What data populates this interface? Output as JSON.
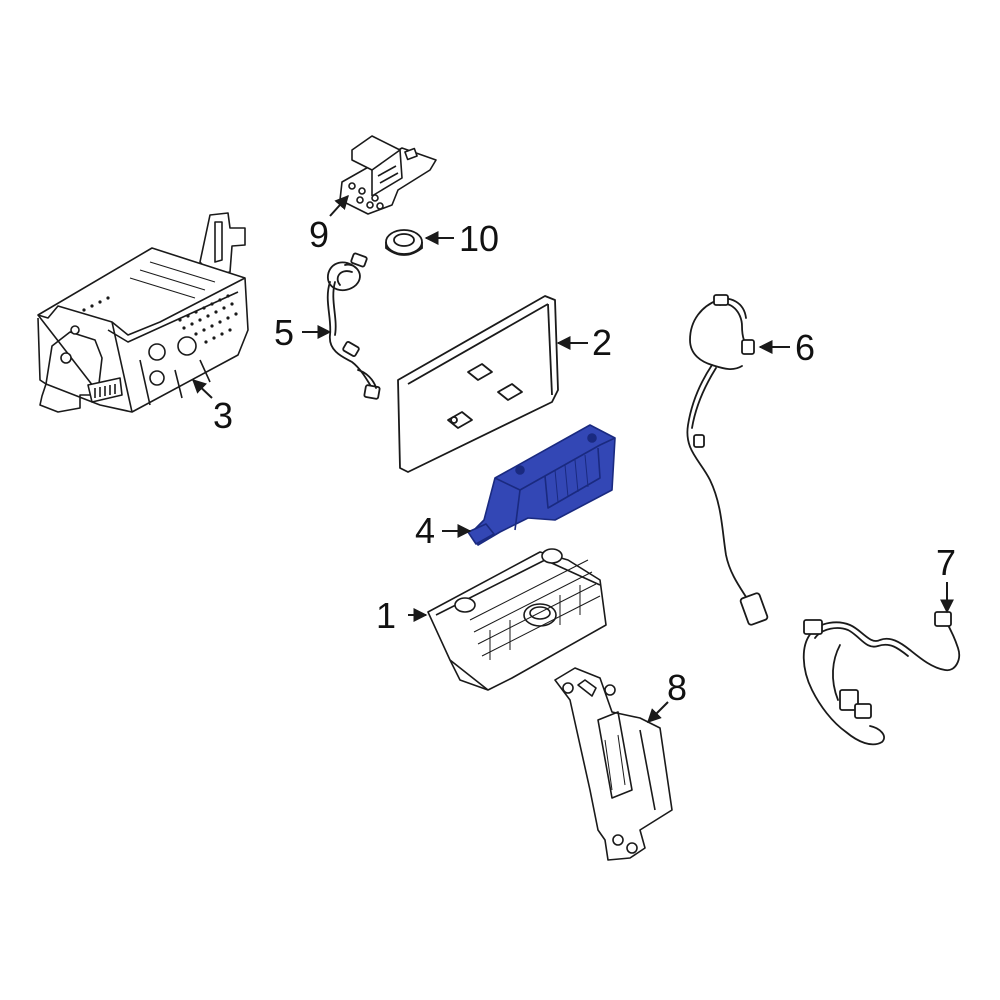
{
  "callouts": [
    {
      "id": "1",
      "text": "1"
    },
    {
      "id": "2",
      "text": "2"
    },
    {
      "id": "3",
      "text": "3"
    },
    {
      "id": "4",
      "text": "4"
    },
    {
      "id": "5",
      "text": "5"
    },
    {
      "id": "6",
      "text": "6"
    },
    {
      "id": "7",
      "text": "7"
    },
    {
      "id": "8",
      "text": "8"
    },
    {
      "id": "9",
      "text": "9"
    },
    {
      "id": "10",
      "text": "10"
    }
  ],
  "colors": {
    "line": "#1a1a1a",
    "fill": "#ffffff",
    "highlight": "#3347b5",
    "highlight_dark": "#1a2a80",
    "background": "#ffffff"
  }
}
